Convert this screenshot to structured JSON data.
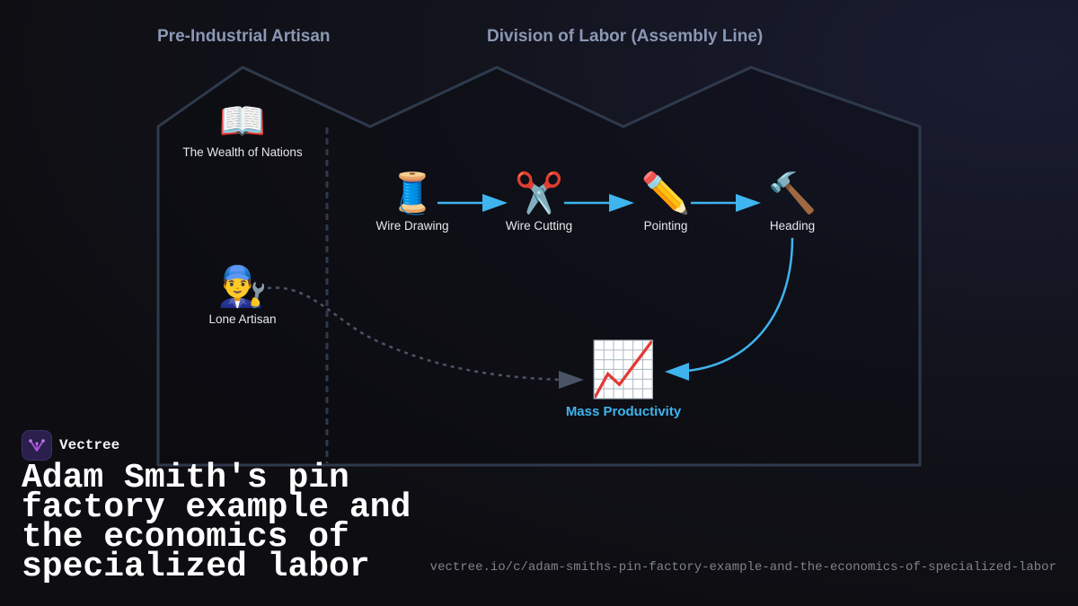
{
  "sections": {
    "left_title": "Pre-Industrial Artisan",
    "right_title": "Division of Labor (Assembly Line)"
  },
  "nodes": {
    "book": {
      "icon": "📖",
      "label": "The Wealth of Nations"
    },
    "artisan": {
      "icon": "👨‍🔧",
      "label": "Lone Artisan"
    },
    "wire_drawing": {
      "icon": "🧵",
      "label": "Wire Drawing"
    },
    "wire_cutting": {
      "icon": "✂️",
      "label": "Wire Cutting"
    },
    "pointing": {
      "icon": "✏️",
      "label": "Pointing"
    },
    "heading": {
      "icon": "🔨",
      "label": "Heading"
    },
    "productivity": {
      "icon": "📈",
      "label": "Mass Productivity"
    }
  },
  "brand": {
    "name": "Vectree"
  },
  "headline": "Adam Smith's pin factory example and the economics of specialized labor",
  "url": "vectree.io/c/adam-smiths-pin-factory-example-and-the-economics-of-specialized-labor",
  "colors": {
    "accent": "#3fb4ee",
    "outline": "#2e3a4c",
    "muted_arrow": "#4a5466",
    "section_title": "#8a98b4"
  }
}
